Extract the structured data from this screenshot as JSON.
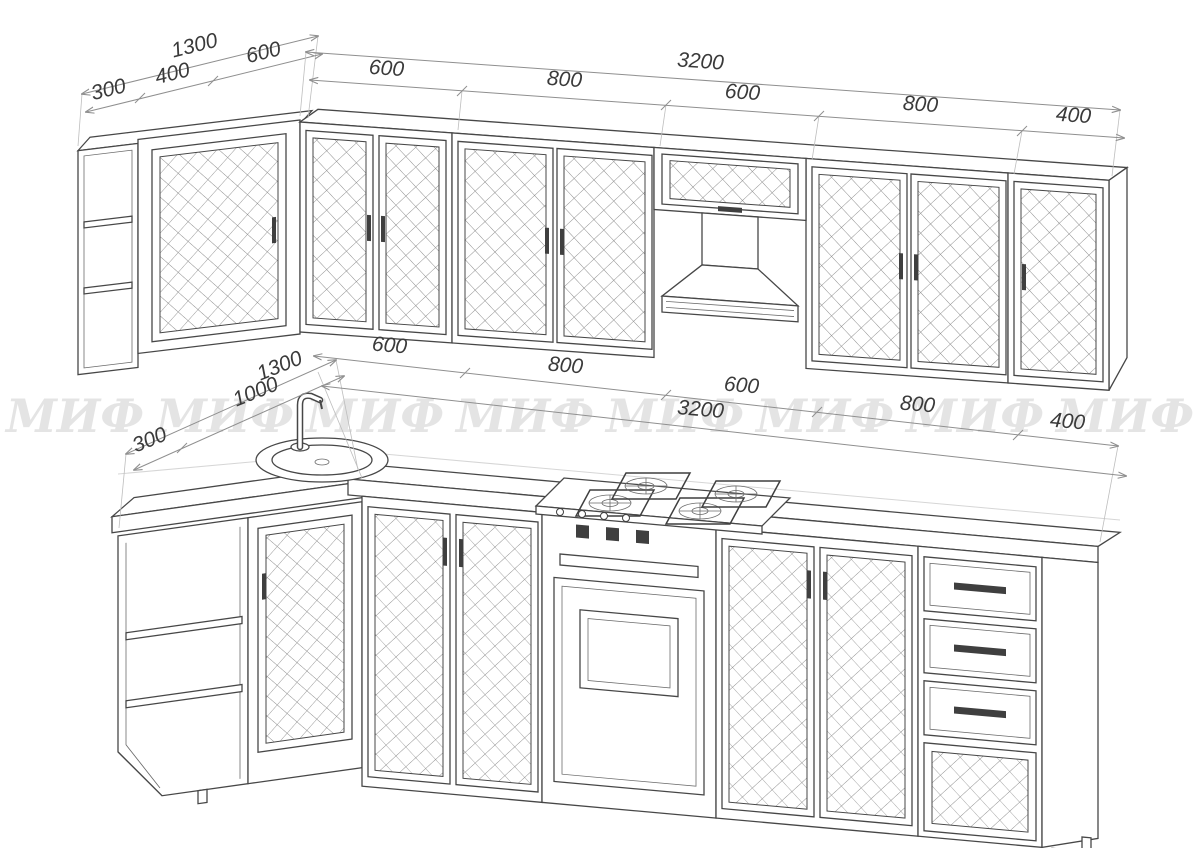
{
  "watermark": {
    "text": "МИФ"
  },
  "dims": {
    "upper_left": {
      "total": "1300",
      "segments": [
        "300",
        "400",
        "600"
      ]
    },
    "upper_run": {
      "total": "3200",
      "segments": [
        "600",
        "800",
        "600",
        "800",
        "400"
      ]
    },
    "lower_left": {
      "total": "1300",
      "segments": [
        "300",
        "1000"
      ]
    },
    "lower_run": {
      "total": "3200",
      "segments": [
        "600",
        "800",
        "600",
        "800",
        "400"
      ]
    }
  }
}
